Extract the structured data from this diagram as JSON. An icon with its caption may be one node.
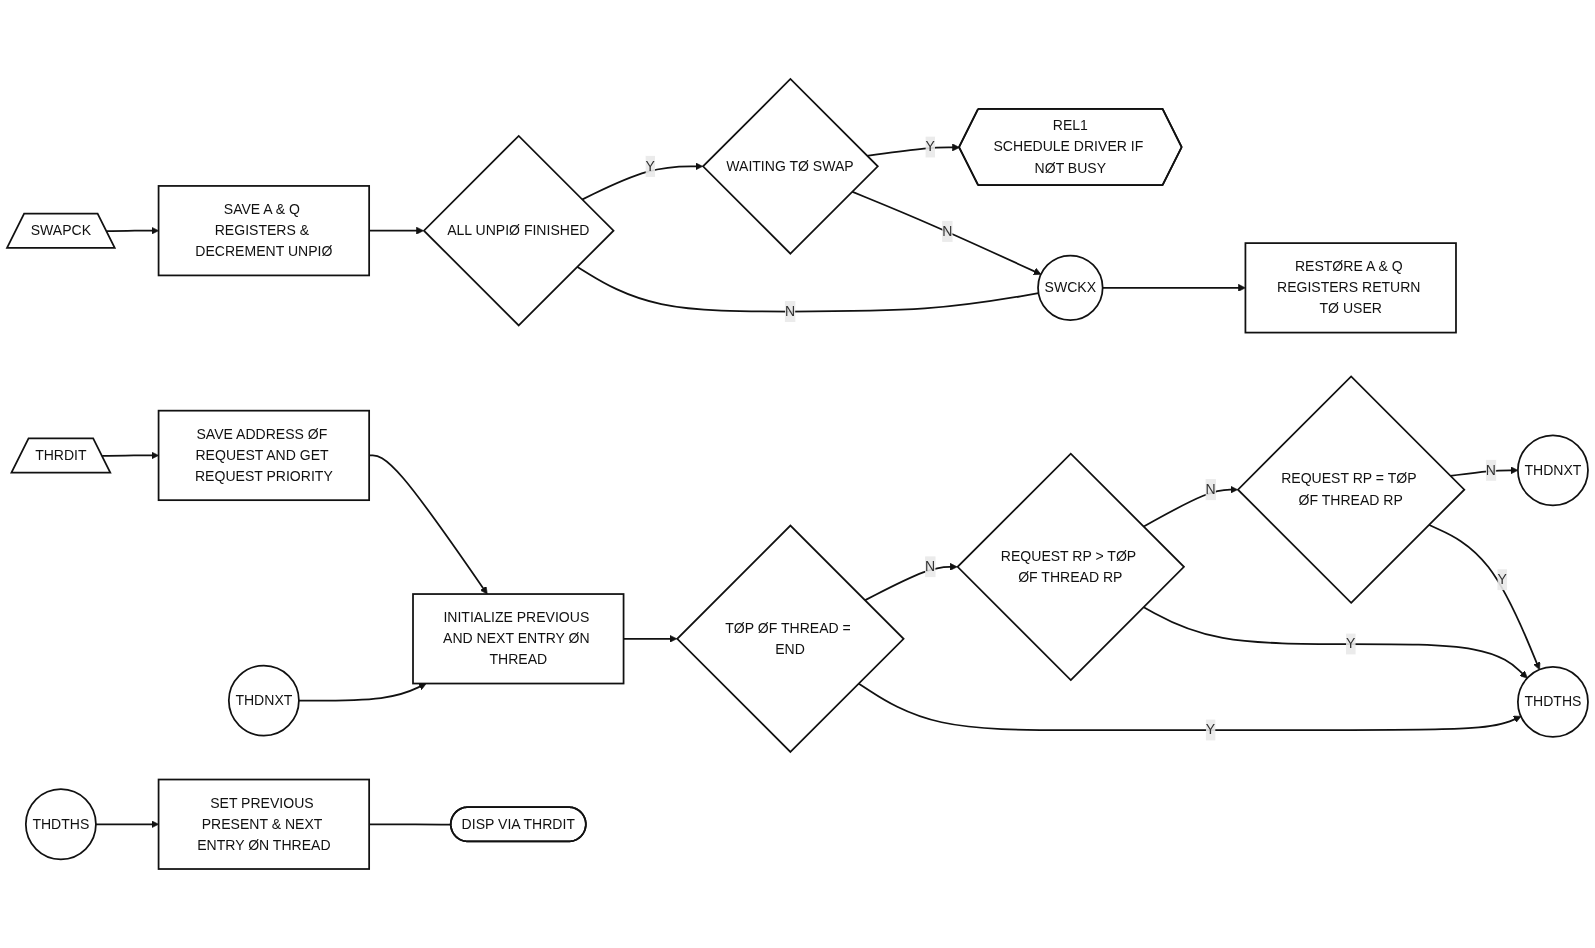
{
  "diagram": {
    "nodes": [
      {
        "text": [
          "SWAPCK"
        ]
      },
      {
        "text": [
          "SAVE A & Q REGISTERS & DECREMENT UNPIØ"
        ]
      },
      {
        "text": [
          "ALL UNPIØ FINISHED"
        ]
      },
      {
        "text": [
          "WAITING TØ SWAP"
        ]
      },
      {
        "text": [
          "REL1",
          "SCHEDULE DRIVER IF NØT BUSY"
        ]
      },
      {
        "text": [
          "SWCKX"
        ]
      },
      {
        "text": [
          "RESTØRE A & Q REGISTERS RETURN TØ USER"
        ]
      },
      {
        "text": [
          "THRDIT"
        ]
      },
      {
        "text": [
          "SAVE ADDRESS ØF REQUEST AND GET REQUEST PRIORITY"
        ]
      },
      {
        "text": [
          "THDNXT"
        ]
      },
      {
        "text": [
          "INITIALIZE PREVIOUS AND NEXT ENTRY ØN THREAD"
        ]
      },
      {
        "text": [
          "TØP ØF THREAD = END"
        ]
      },
      {
        "text": [
          "REQUEST RP > TØP ØF THREAD RP"
        ]
      },
      {
        "text": [
          "REQUEST RP = TØP ØF THREAD RP"
        ]
      },
      {
        "text": [
          "THDNXT"
        ]
      },
      {
        "text": [
          "THDTHS"
        ]
      },
      {
        "text": [
          "THDTHS"
        ]
      },
      {
        "text": [
          "SET PREVIOUS PRESENT & NEXT ENTRY ØN THREAD"
        ]
      },
      {
        "text": [
          "DISP VIA THRDIT"
        ]
      }
    ],
    "edges": [
      {
        "from": 0,
        "to": 1,
        "arrow": "to"
      },
      {
        "from": 1,
        "to": 2,
        "arrow": "to"
      },
      {
        "from": 2,
        "to": 3,
        "arrow": "to",
        "label": "Y"
      },
      {
        "from": 2,
        "to": 5,
        "arrow": "none",
        "label": "N"
      },
      {
        "from": 3,
        "to": 4,
        "arrow": "to",
        "label": "Y"
      },
      {
        "from": 3,
        "to": 5,
        "arrow": "to",
        "label": "N"
      },
      {
        "from": 5,
        "to": 6,
        "arrow": "to"
      },
      {
        "from": 7,
        "to": 8,
        "arrow": "to"
      },
      {
        "from": 8,
        "to": 10,
        "arrow": "to"
      },
      {
        "from": 9,
        "to": 10,
        "arrow": "to"
      },
      {
        "from": 10,
        "to": 11,
        "arrow": "to"
      },
      {
        "from": 11,
        "to": 12,
        "arrow": "to",
        "label": "N"
      },
      {
        "from": 12,
        "to": 13,
        "arrow": "to",
        "label": "N"
      },
      {
        "from": 13,
        "to": 14,
        "arrow": "to",
        "label": "N"
      },
      {
        "from": 11,
        "to": 15,
        "arrow": "to",
        "label": "Y"
      },
      {
        "from": 12,
        "to": 15,
        "arrow": "to",
        "label": "Y"
      },
      {
        "from": 13,
        "to": 15,
        "arrow": "to",
        "label": "Y"
      },
      {
        "from": 16,
        "to": 17,
        "arrow": "to"
      },
      {
        "from": 17,
        "to": 18,
        "arrow": "none"
      }
    ]
  }
}
